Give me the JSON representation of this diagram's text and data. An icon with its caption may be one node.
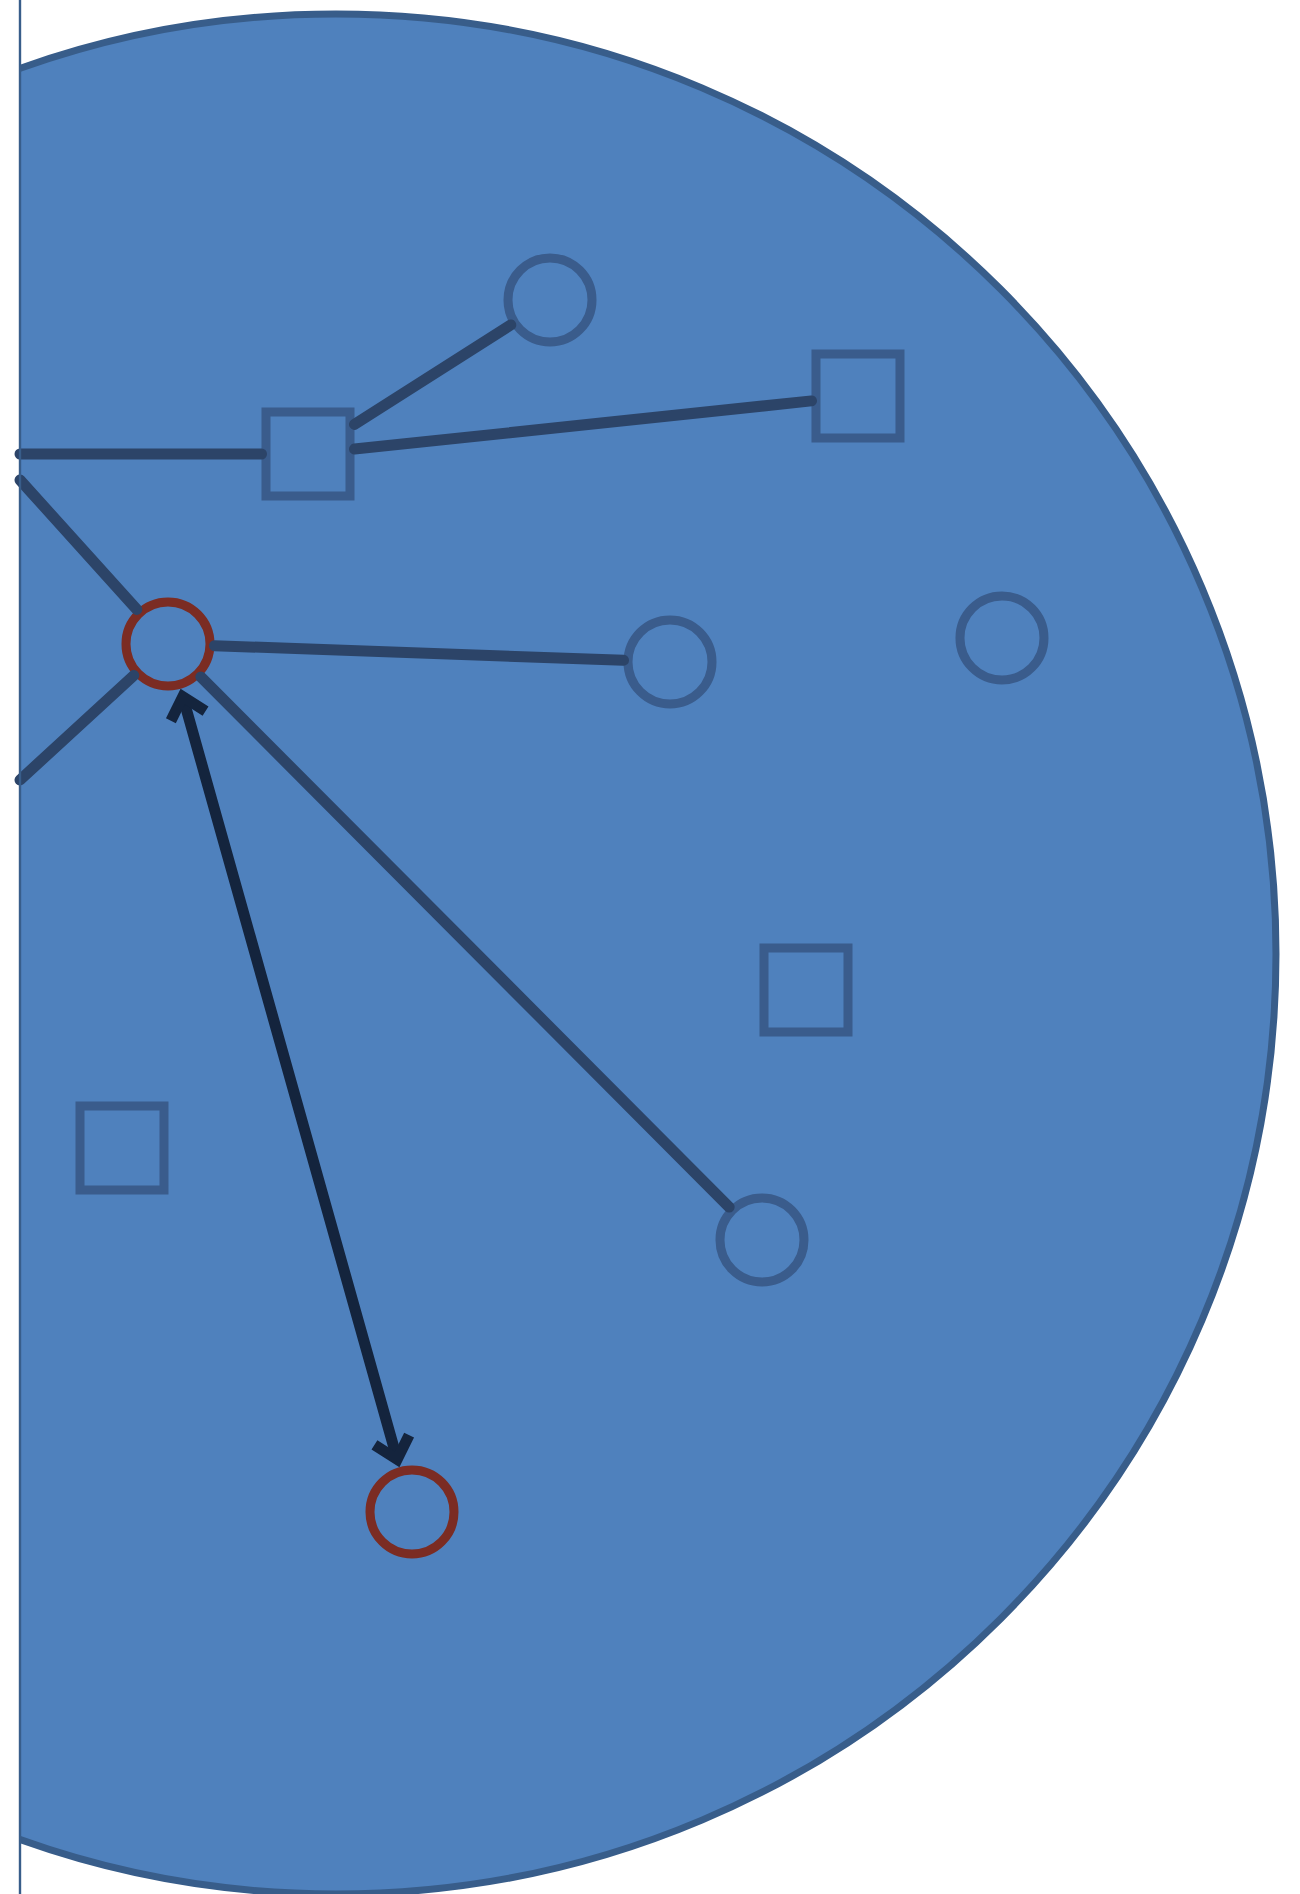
{
  "diagram": {
    "nodes": [
      {
        "text": [],
        "shape": "circle"
      },
      {
        "text": [],
        "shape": "circle",
        "in": 0
      },
      {
        "text": [],
        "shape": "box",
        "in": 0
      },
      {
        "text": [],
        "shape": "box",
        "in": 0
      },
      {
        "text": [],
        "shape": "circle",
        "in": 0
      },
      {
        "text": [],
        "shape": "circle",
        "in": 0
      },
      {
        "text": [],
        "shape": "circle",
        "in": 0
      },
      {
        "text": [],
        "shape": "box",
        "in": 0
      },
      {
        "text": [],
        "shape": "box",
        "in": 0
      },
      {
        "text": [],
        "shape": "circle",
        "in": 0
      },
      {
        "text": [],
        "shape": "circle",
        "in": 0
      }
    ],
    "edges": [
      {
        "from": null,
        "to": 3,
        "arrow": "none"
      },
      {
        "from": 3,
        "to": 1,
        "arrow": "none"
      },
      {
        "from": 3,
        "to": 2,
        "arrow": "none"
      },
      {
        "from": null,
        "to": 4,
        "arrow": "none"
      },
      {
        "from": null,
        "to": 4,
        "arrow": "none"
      },
      {
        "from": 4,
        "to": 6,
        "arrow": "none"
      },
      {
        "from": 4,
        "to": 9,
        "arrow": "none"
      },
      {
        "from": 4,
        "to": 10,
        "arrow": "both",
        "color": "#14243d"
      }
    ]
  }
}
